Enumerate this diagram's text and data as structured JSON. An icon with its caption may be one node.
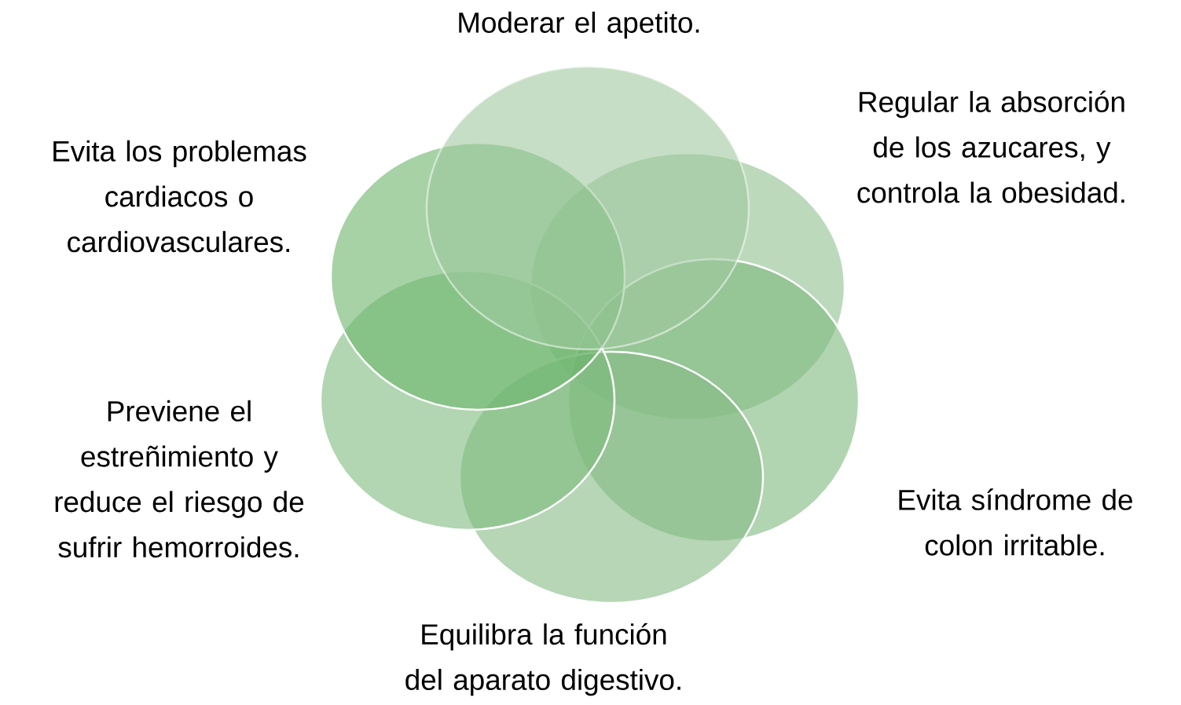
{
  "diagram": {
    "nodes": [
      {
        "text": [],
        "shape": "circle",
        "beside": [
          "Moderar el apetito."
        ]
      },
      {
        "text": [],
        "shape": "circle",
        "beside": [
          "Regular la absorción de los azucares, y controla la obesidad."
        ]
      },
      {
        "text": [],
        "shape": "circle",
        "beside": [
          "Evita síndrome de colon irritable."
        ]
      },
      {
        "text": [],
        "shape": "circle",
        "beside": [
          "Equilibra la función del aparato digestivo."
        ]
      },
      {
        "text": [],
        "shape": "circle",
        "beside": [
          "Previene el estreñimiento y reduce el riesgo de sufrir hemorroides."
        ]
      },
      {
        "text": [],
        "shape": "circle",
        "beside": [
          "Evita los problemas cardiacos o cardiovasculares."
        ]
      }
    ]
  }
}
